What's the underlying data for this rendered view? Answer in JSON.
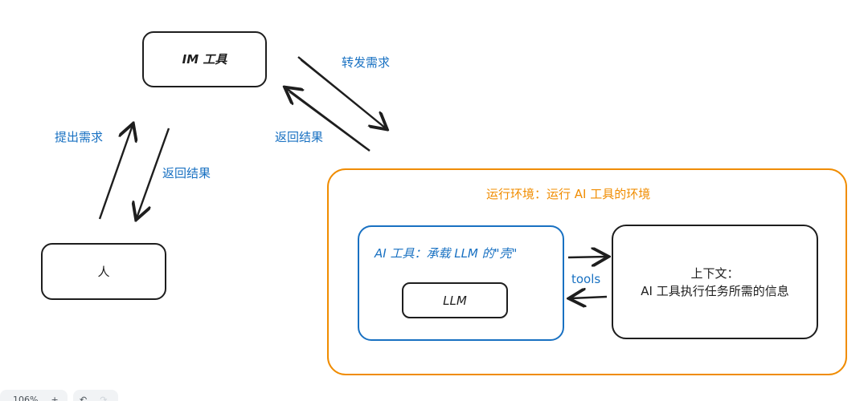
{
  "boxes": {
    "im_tool": "IM 工具",
    "person": "人",
    "llm": "LLM",
    "context_title": "上下文：",
    "context_body": "AI 工具执行任务所需的信息"
  },
  "labels": {
    "forward_request": "转发需求",
    "return_result_right": "返回结果",
    "submit_request": "提出需求",
    "return_result_left": "返回结果",
    "runtime_env": "运行环境：运行 AI 工具的环境",
    "ai_tool": "AI 工具：承载 LLM 的\"壳\"",
    "tools": "tools"
  },
  "toolbar": {
    "zoom": "106%",
    "zoom_in": "+",
    "undo": "↶",
    "redo": "↷"
  },
  "colors": {
    "blue": "#1971c2",
    "orange": "#f08c00",
    "stroke": "#1e1e1e"
  }
}
